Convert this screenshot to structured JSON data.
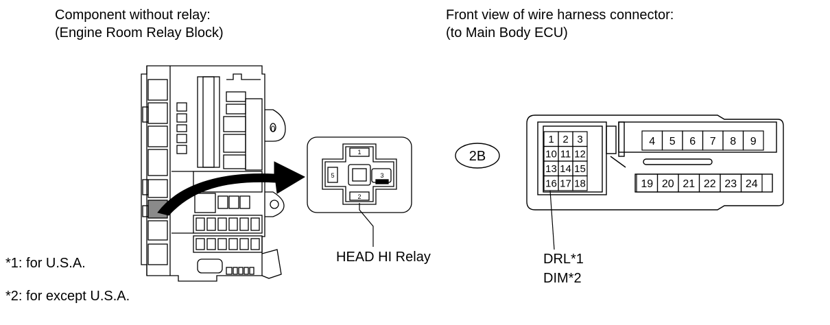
{
  "left_panel": {
    "caption_line1": "Component without relay:",
    "caption_line2": "(Engine Room Relay Block)"
  },
  "right_panel": {
    "caption_line1": "Front view of wire harness connector:",
    "caption_line2": "(to Main Body ECU)"
  },
  "relay": {
    "label": "HEAD HI Relay",
    "terminals": [
      "1",
      "2",
      "3",
      "5"
    ]
  },
  "connector": {
    "code": "2B",
    "pins_left": [
      [
        "1",
        "2",
        "3"
      ],
      [
        "10",
        "11",
        "12"
      ],
      [
        "13",
        "14",
        "15"
      ],
      [
        "16",
        "17",
        "18"
      ]
    ],
    "pins_top_right": [
      "4",
      "5",
      "6",
      "7",
      "8",
      "9"
    ],
    "pins_bottom_right": [
      "19",
      "20",
      "21",
      "22",
      "23",
      "24"
    ],
    "pin_label_line1": "DRL*1",
    "pin_label_line2": "DIM*2"
  },
  "relay_block": {
    "small_label": "0"
  },
  "footnotes": {
    "note1": "*1: for U.S.A.",
    "note2": "*2: for except U.S.A."
  }
}
